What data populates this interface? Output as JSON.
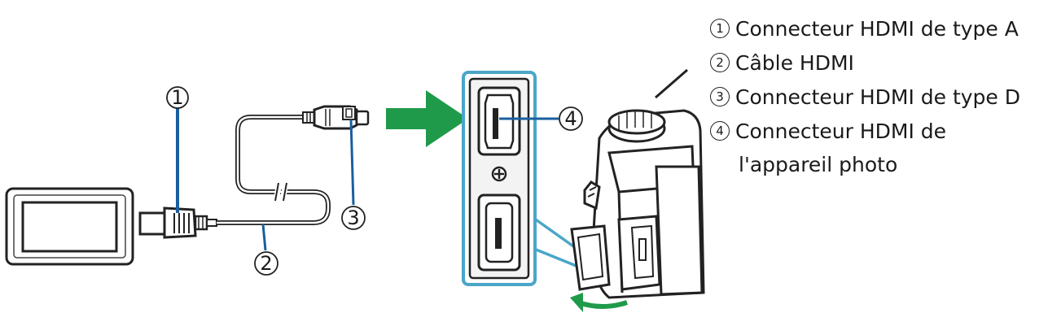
{
  "callouts": {
    "c1": "1",
    "c2": "2",
    "c3": "3",
    "c4": "4"
  },
  "legend": [
    {
      "num": "1",
      "text": "Connecteur HDMI de type A"
    },
    {
      "num": "2",
      "text": "Câble HDMI"
    },
    {
      "num": "3",
      "text": "Connecteur HDMI de type D"
    },
    {
      "num": "4",
      "text": "Connecteur HDMI de",
      "cont": "l'appareil photo"
    }
  ],
  "colors": {
    "arrow": "#1f9a4a",
    "highlight_border": "#4aa6c8",
    "line": "#222222"
  }
}
